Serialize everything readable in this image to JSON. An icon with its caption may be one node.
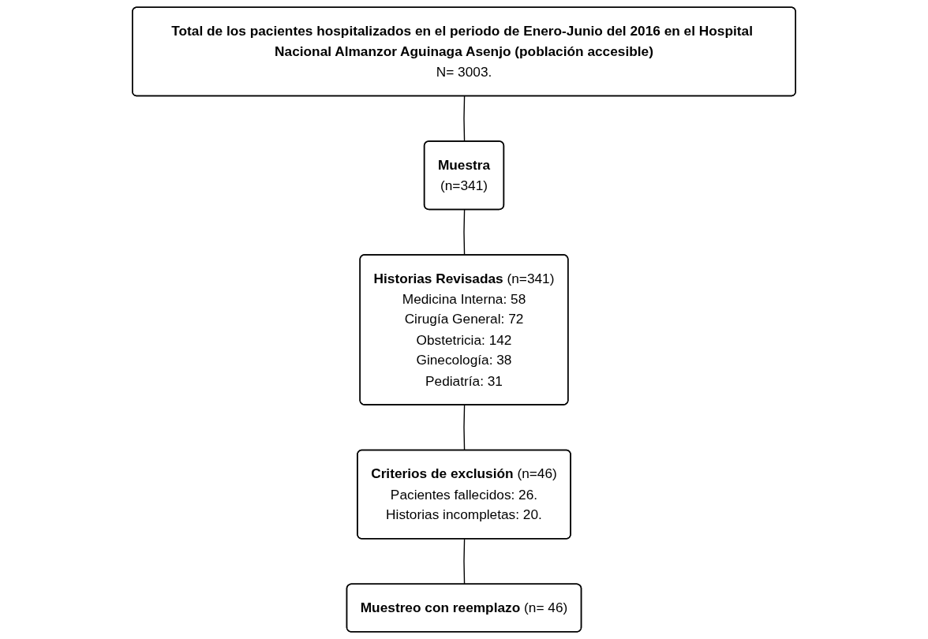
{
  "diagram": {
    "nodes": [
      {
        "text": [
          "**Total de los pacientes hospitalizados en el periodo de Enero-Junio del 2016 en el Hospital Nacional Almanzor Aguinaga Asenjo (población accesible)**",
          "N= 3003."
        ]
      },
      {
        "text": [
          "**Muestra**",
          "(n=341)"
        ]
      },
      {
        "text": [
          "**Historias Revisadas** (n=341)",
          "Medicina Interna: 58",
          "Cirugía General: 72",
          "Obstetricia: 142",
          "Ginecología: 38",
          "Pediatría: 31"
        ]
      },
      {
        "text": [
          "**Criterios de exclusión** (n=46)",
          "Pacientes fallecidos: 26.",
          "Historias incompletas: 20."
        ]
      },
      {
        "text": [
          "**Muestreo con reemplazo** (n= 46)"
        ]
      }
    ],
    "edges": [
      {
        "from": 0,
        "to": 1,
        "arrow": "none"
      },
      {
        "from": 1,
        "to": 2,
        "arrow": "none"
      },
      {
        "from": 2,
        "to": 3,
        "arrow": "none"
      },
      {
        "from": 3,
        "to": 4,
        "arrow": "none"
      }
    ]
  }
}
